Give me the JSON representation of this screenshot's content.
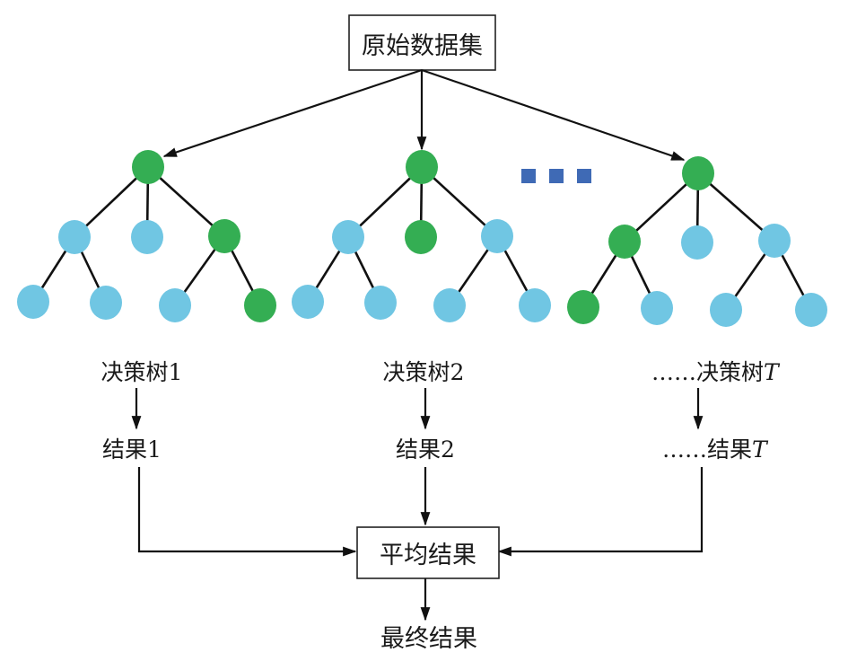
{
  "diagram": {
    "title_box": "原始数据集",
    "colors": {
      "selected_node": "#34ae53",
      "other_node": "#70c6e3",
      "ellipsis_square": "#3f6ab5",
      "line": "#111111"
    },
    "trees": [
      {
        "name": "决策树1",
        "result": "结果1",
        "root": "green",
        "children": [
          {
            "color": "blue",
            "children": [
              "blue",
              "blue"
            ]
          },
          {
            "color": "blue",
            "children": []
          },
          {
            "color": "green",
            "children": [
              "blue",
              "green"
            ]
          }
        ]
      },
      {
        "name": "决策树2",
        "result": "结果2",
        "root": "green",
        "children": [
          {
            "color": "blue",
            "children": [
              "blue",
              "blue"
            ]
          },
          {
            "color": "green",
            "children": []
          },
          {
            "color": "blue",
            "children": [
              "blue",
              "blue"
            ]
          }
        ]
      },
      {
        "name_prefix": "……",
        "name": "决策树",
        "name_italic": "T",
        "result_prefix": "……",
        "result": "结果",
        "result_italic": "T",
        "root": "green",
        "children": [
          {
            "color": "green",
            "children": [
              "green",
              "blue"
            ]
          },
          {
            "color": "blue",
            "children": []
          },
          {
            "color": "blue",
            "children": [
              "blue",
              "blue"
            ]
          }
        ]
      }
    ],
    "ellipsis_squares": 3,
    "average_box": "平均结果",
    "final_label": "最终结果"
  }
}
